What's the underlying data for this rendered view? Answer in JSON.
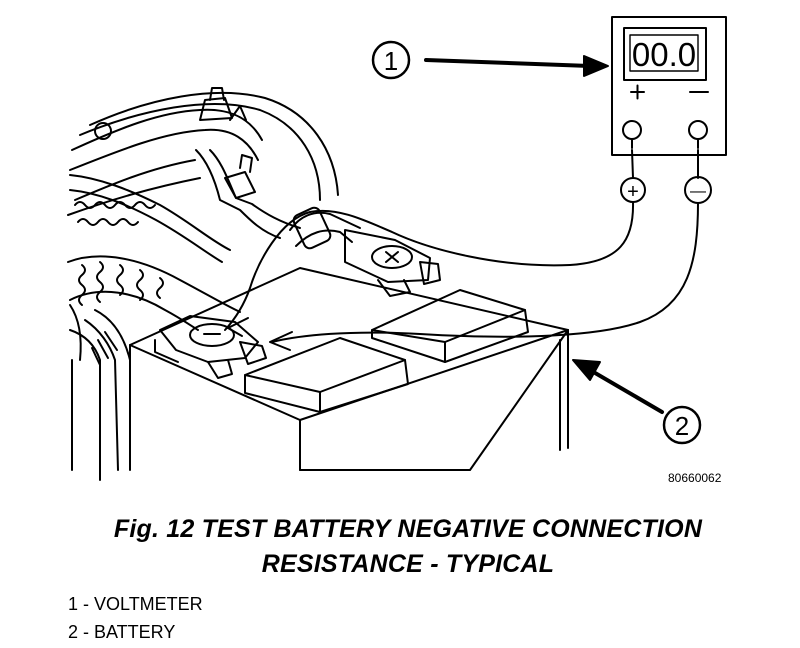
{
  "figure": {
    "caption_line1": "Fig. 12 TEST BATTERY NEGATIVE CONNECTION",
    "caption_line2": "RESISTANCE - TYPICAL",
    "figure_id": "80660062"
  },
  "meter": {
    "display": "00.0",
    "plus_symbol": "+",
    "minus_symbol": "—"
  },
  "callouts": [
    {
      "number": "1"
    },
    {
      "number": "2"
    }
  ],
  "legend": [
    {
      "text": "1 - VOLTMETER"
    },
    {
      "text": "2 - BATTERY"
    }
  ]
}
